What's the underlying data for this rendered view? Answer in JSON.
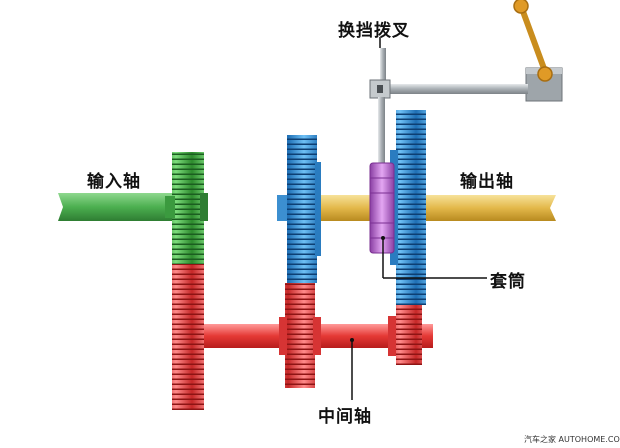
{
  "labels": {
    "shift_fork": "换挡拨叉",
    "input_shaft": "输入轴",
    "output_shaft": "输出轴",
    "sleeve": "套筒",
    "countershaft": "中间轴"
  },
  "watermark": {
    "site_name": "汽车之家",
    "url": "AUTOHOME.COM.CN"
  },
  "colors": {
    "input_shaft": "#5cb85c",
    "input_gear": "#3fa640",
    "output_shaft": "#e8c157",
    "blue_gear": "#2f8fd8",
    "sleeve": "#b05cc7",
    "countershaft": "#e03c3c",
    "fork_rod": "#a9b0b5",
    "lever": "#d89a2c"
  }
}
